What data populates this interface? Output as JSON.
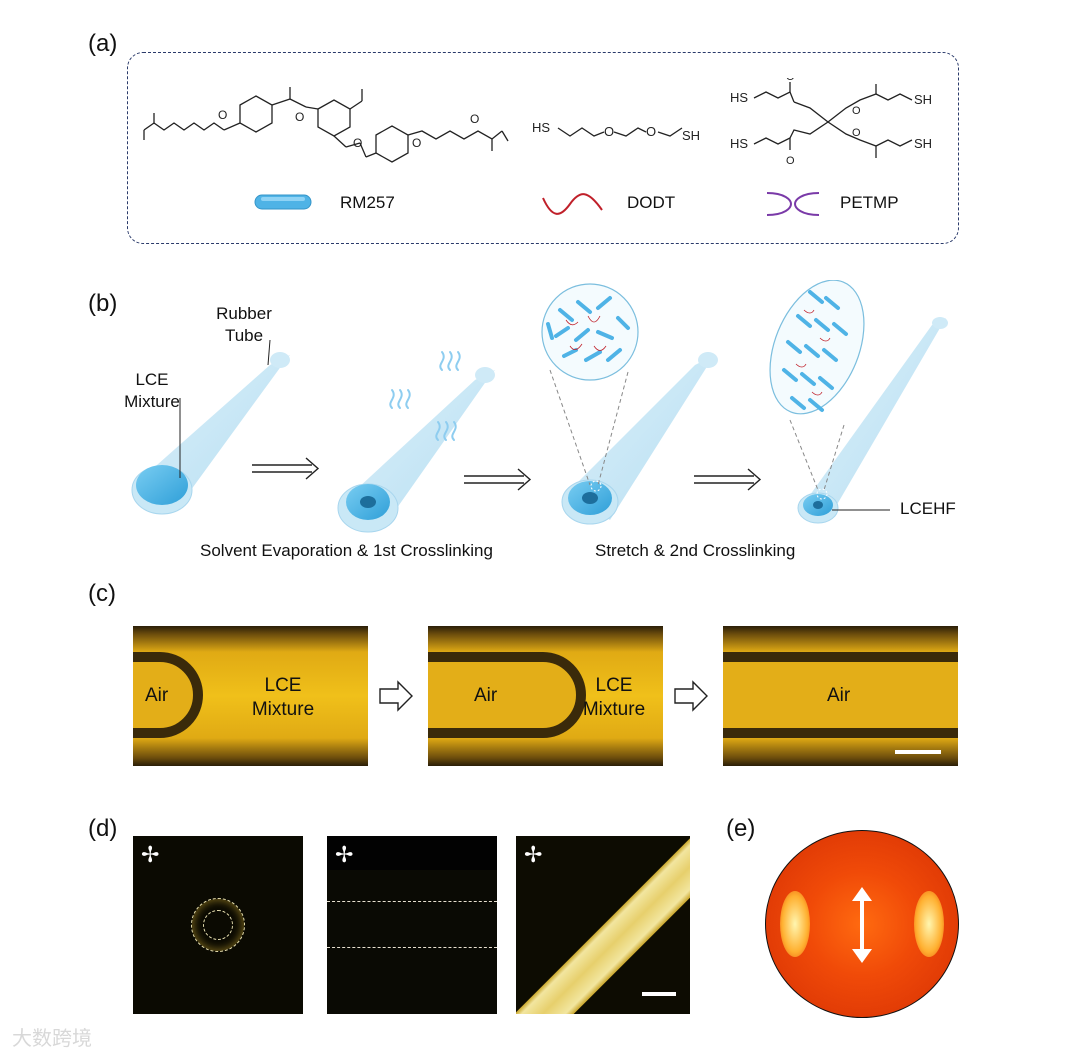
{
  "panels": {
    "a": "(a)",
    "b": "(b)",
    "c": "(c)",
    "d": "(d)",
    "e": "(e)"
  },
  "panel_a": {
    "legend": [
      {
        "name": "RM257",
        "color": "#4aaee0"
      },
      {
        "name": "DODT",
        "color": "#c0202a"
      },
      {
        "name": "PETMP",
        "color": "#7a3aa8"
      }
    ],
    "atom_labels": {
      "o": "O",
      "sh": "SH",
      "hs": "HS"
    }
  },
  "panel_b": {
    "rubber_tube": "Rubber\nTube",
    "lce_mixture": "LCE\nMixture",
    "lcehf": "LCEHF",
    "step1": "Solvent Evaporation & 1st Crosslinking",
    "step2": "Stretch & 2nd Crosslinking"
  },
  "panel_c": {
    "air": "Air",
    "lce_mixture": "LCE\nMixture"
  },
  "watermark": "大数跨境",
  "colors": {
    "tube": "#bfe2f3",
    "fiber": "#4fb3e6",
    "dashed_border": "#2a3a6a",
    "photo_yellow": "#e9b514",
    "heat_red": "#e63a10"
  }
}
